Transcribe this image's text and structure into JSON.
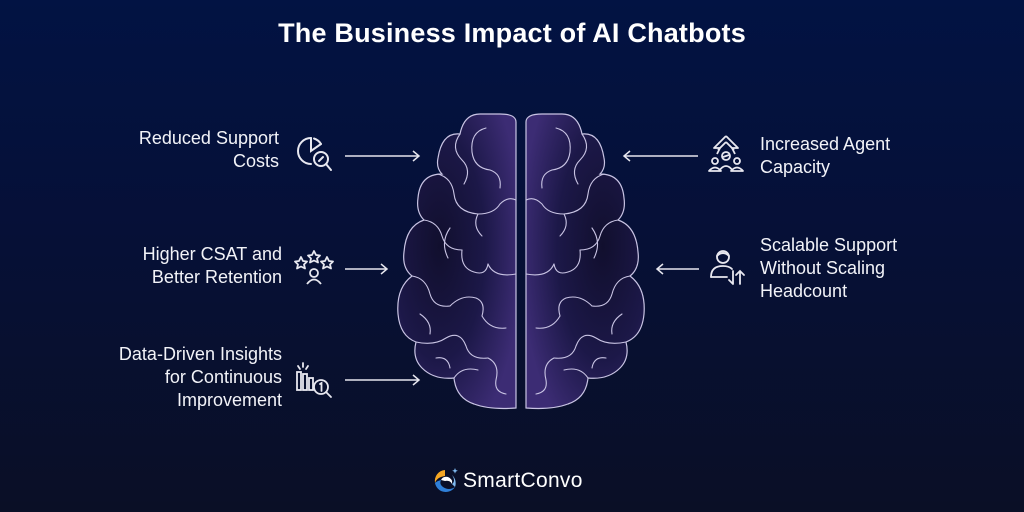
{
  "title": "The Business Impact of AI Chatbots",
  "colors": {
    "background_top": "#021343",
    "background_bottom": "#0a0f26",
    "brain_fill": "#3a2a6e",
    "brain_stroke": "#c9c4e4",
    "text": "#ffffff",
    "logo_orange": "#f5a623",
    "logo_blue": "#2f7fd8"
  },
  "left_items": [
    {
      "label_lines": [
        "Reduced Support",
        "Costs"
      ],
      "icon": "pie-chart-search-icon"
    },
    {
      "label_lines": [
        "Higher CSAT and",
        "Better Retention"
      ],
      "icon": "stars-user-icon"
    },
    {
      "label_lines": [
        "Data-Driven Insights",
        "for Continuous",
        "Improvement"
      ],
      "icon": "bar-chart-search-icon"
    }
  ],
  "right_items": [
    {
      "label_lines": [
        "Increased Agent",
        "Capacity"
      ],
      "icon": "team-growth-arrow-icon"
    },
    {
      "label_lines": [
        "Scalable Support",
        "Without Scaling",
        "Headcount"
      ],
      "icon": "agent-scale-arrows-icon"
    }
  ],
  "center_graphic": "brain-icon",
  "brand": {
    "name": "SmartConvo",
    "icon": "smartconvo-logo-icon"
  }
}
